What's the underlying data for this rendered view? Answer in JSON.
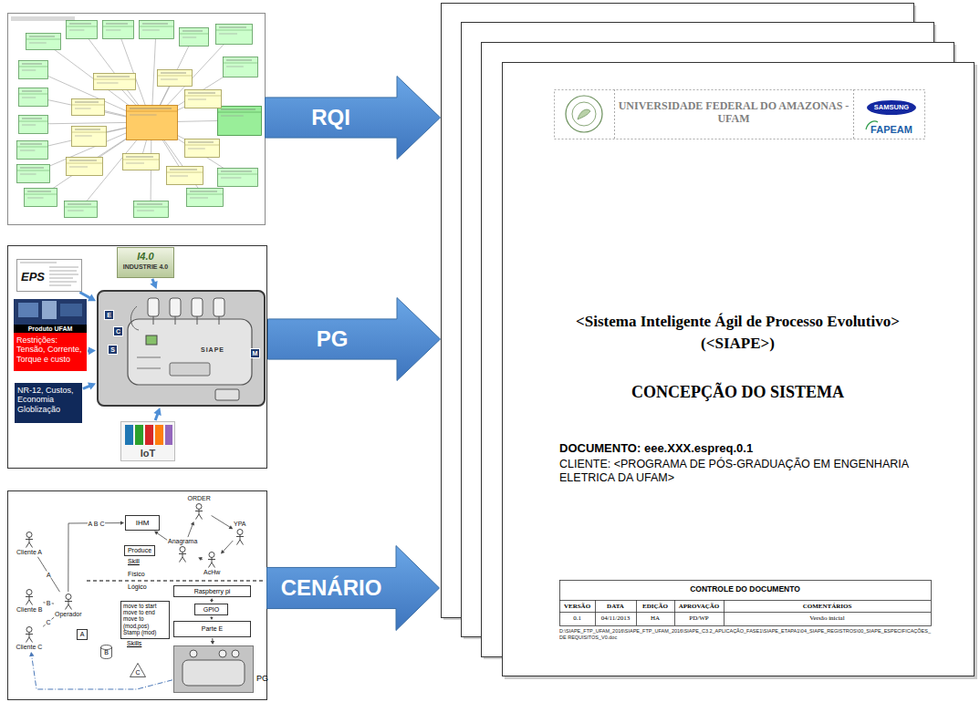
{
  "diagram": {
    "nodes": [
      {
        "text": [
          "RQI"
        ]
      },
      {
        "text": [
          "EPS"
        ]
      },
      {
        "text": [
          "I4.0",
          "INDUSTRIE 4.0"
        ]
      },
      {
        "text": [
          "Produto UFAM"
        ]
      },
      {
        "text": [
          "Restrições: Tensão, Corrente, Torque e custo"
        ]
      },
      {
        "text": [
          "NR-12, Custos, Economia Globlização"
        ]
      },
      {
        "text": [
          "SIAPE"
        ]
      },
      {
        "text": [
          "E"
        ],
        "in": 6
      },
      {
        "text": [
          "C"
        ],
        "in": 6
      },
      {
        "text": [
          "S"
        ],
        "in": 6
      },
      {
        "text": [
          "M"
        ],
        "in": 6
      },
      {
        "text": [
          "IoT"
        ]
      },
      {
        "text": [
          "PG"
        ]
      },
      {
        "text": [
          "ORDER"
        ]
      },
      {
        "text": [
          "IHM"
        ]
      },
      {
        "text": [
          "YPA"
        ]
      },
      {
        "text": [
          "Anagrama"
        ]
      },
      {
        "text": [
          "Produce",
          "Skill"
        ]
      },
      {
        "text": [
          "Cliente A"
        ]
      },
      {
        "text": [
          "AcHw"
        ]
      },
      {
        "text": [
          "Raspberry pi"
        ]
      },
      {
        "text": [
          "Operador"
        ]
      },
      {
        "text": [
          "GPIO"
        ]
      },
      {
        "text": [
          "move to start move to end move to (mod,pos) Stamp (mod)",
          "Skills"
        ]
      },
      {
        "text": [
          "Cliente B"
        ]
      },
      {
        "text": [
          "Parte E"
        ]
      },
      {
        "text": [
          "Cliente C"
        ]
      },
      {
        "text": [
          "A"
        ]
      },
      {
        "text": [
          "B"
        ]
      },
      {
        "text": [
          "C"
        ]
      },
      {
        "text": [
          "PG"
        ]
      },
      {
        "text": [
          "CENÁRIO"
        ]
      }
    ],
    "edges": [
      {
        "from": 1,
        "to": 6,
        "arrow": "to"
      },
      {
        "from": 2,
        "to": 6,
        "arrow": "to"
      },
      {
        "from": 4,
        "to": 6,
        "arrow": "to"
      },
      {
        "from": 5,
        "to": 6,
        "arrow": "to"
      },
      {
        "from": 11,
        "to": 6,
        "arrow": "to"
      },
      {
        "from": 18,
        "to": 21,
        "arrow": "none",
        "label": "A"
      },
      {
        "from": 24,
        "to": 21,
        "arrow": "none",
        "label": "B"
      },
      {
        "from": 26,
        "to": 21,
        "arrow": "none",
        "label": "C"
      },
      {
        "from": 21,
        "to": 14,
        "arrow": "to",
        "label": "A B C"
      },
      {
        "from": 16,
        "to": 14,
        "arrow": "to"
      },
      {
        "from": 16,
        "to": 13,
        "arrow": "to"
      },
      {
        "from": 13,
        "to": 15,
        "arrow": "to"
      },
      {
        "from": 15,
        "to": 19,
        "arrow": "to"
      },
      {
        "from": 19,
        "to": 16,
        "arrow": "to"
      },
      {
        "from": 20,
        "to": 22,
        "arrow": "both"
      },
      {
        "from": 22,
        "to": 25,
        "arrow": "to"
      },
      {
        "from": 25,
        "to": 30,
        "arrow": "to"
      },
      {
        "from": 30,
        "to": 26,
        "arrow": "to"
      }
    ],
    "labels": [
      "UNIVERSIDADE FEDERAL DO AMAZONAS - UFAM",
      "SAMSUNG",
      "FAPEAM",
      "<Sistema Inteligente Ágil de Processo Evolutivo>",
      "(<SIAPE>)",
      "CONCEPÇÃO DO SISTEMA",
      "DOCUMENTO: eee.XXX.espreq.0.1",
      "CLIENTE: <PROGRAMA DE PÓS-GRADUAÇÃO EM ENGENHARIA ELETRICA DA UFAM>",
      "CONTROLE DO DOCUMENTO",
      "VERSÃO",
      "DATA",
      "EDIÇÃO",
      "APROVAÇÃO",
      "COMENTÁRIOS",
      "0.1",
      "04/11/2013",
      "HA",
      "PD/WP",
      "Versão inicial",
      "D:\\SIAPE_FTP_UFAM_2016\\SIAPE_FTP_UFAM_2016\\SIAPE_C3.2_APLICAÇÃO_FASE1\\SIAPE_ETAPA1\\04_SIAPE_REGISTROS\\00_SIAPE_ESPECIFICAÇÕES_DE REQUISITOS_V0.doc",
      "Físico",
      "Lógico"
    ]
  }
}
